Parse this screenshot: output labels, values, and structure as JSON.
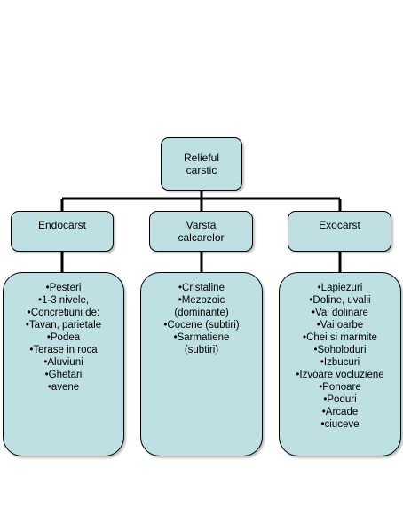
{
  "root": {
    "lines": [
      "Relieful",
      "carstic"
    ]
  },
  "branches": [
    {
      "label_lines": [
        "Endocarst"
      ],
      "items": [
        "•Pesteri",
        "•1-3 nivele,",
        "•Concretiuni de:",
        "•Tavan, parietale",
        "•Podea",
        "•Terase in roca",
        "•Aluviuni",
        "•Ghetari",
        "•avene"
      ]
    },
    {
      "label_lines": [
        "Varsta",
        "calcarelor"
      ],
      "items": [
        "•Cristaline",
        "•Mezozoic",
        "(dominante)",
        "•Cocene (subtiri)",
        "•Sarmatiene",
        "(subtiri)"
      ]
    },
    {
      "label_lines": [
        "Exocarst"
      ],
      "items": [
        "•Lapiezuri",
        "•Doline, uvalii",
        "•Vai dolinare",
        "•Vai oarbe",
        "•Chei si marmite",
        "•Soholoduri",
        "•Izbucuri",
        "•Izvoare vocluziene",
        "•Ponoare",
        "•Poduri",
        "•Arcade",
        "•ciuceve"
      ]
    }
  ],
  "colors": {
    "box_fill": "#bfe0e3",
    "stroke": "#000000",
    "connector": "#000000"
  }
}
